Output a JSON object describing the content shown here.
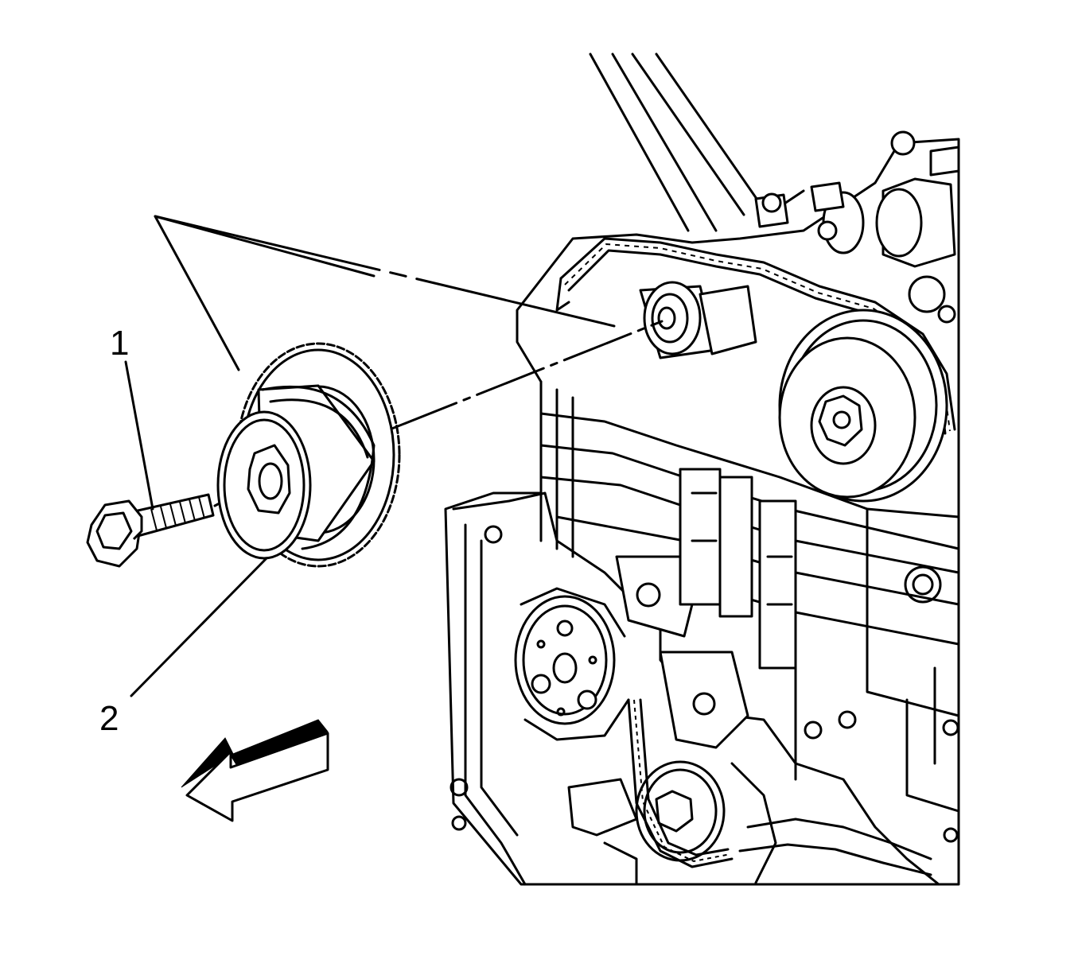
{
  "diagram": {
    "callouts": [
      {
        "id": "1",
        "label": "1"
      },
      {
        "id": "2",
        "label": "2"
      }
    ],
    "direction_arrow_icon": "arrow-left-icon"
  },
  "colors": {
    "ink": "#000000",
    "paper": "#ffffff"
  }
}
